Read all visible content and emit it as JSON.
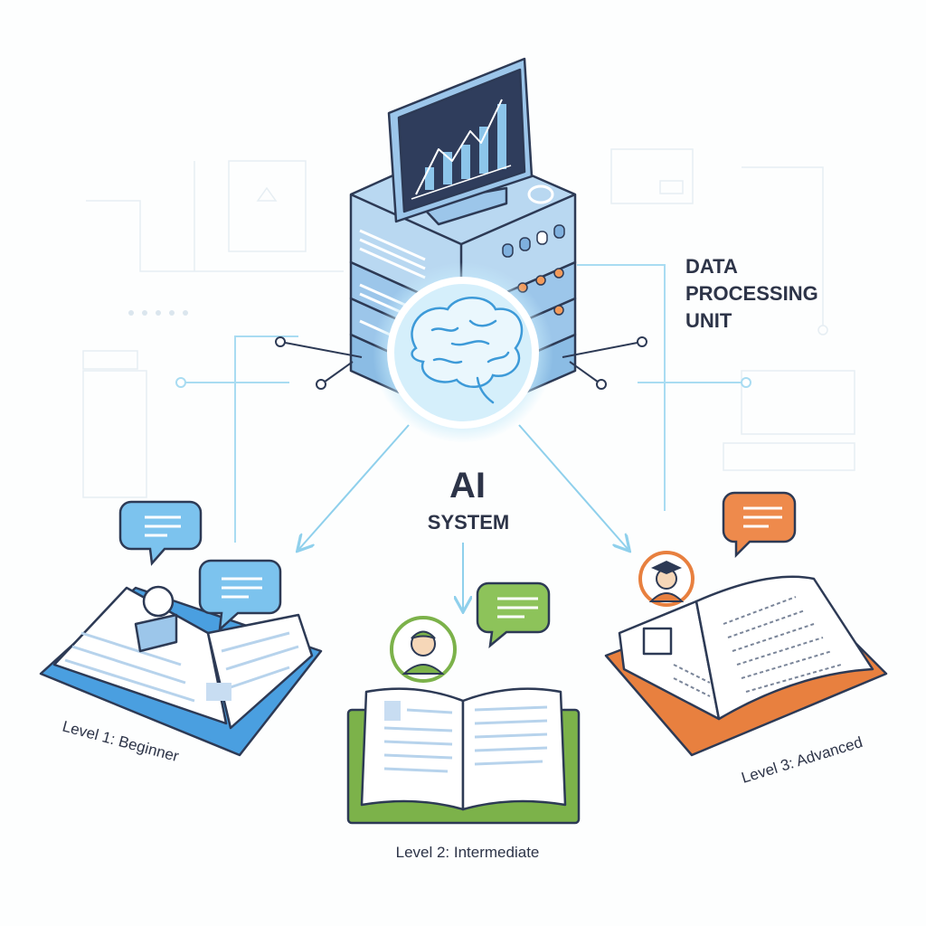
{
  "labels": {
    "dpu_line1": "DATA",
    "dpu_line2": "PROCESSING",
    "dpu_line3": "UNIT",
    "ai": "AI",
    "system": "SYSTEM",
    "level1": "Level 1: Beginner",
    "level2": "Level 2: Intermediate",
    "level3": "Level 3: Advanced"
  },
  "colors": {
    "beginner": "#4a9fe0",
    "intermediate": "#7cb24a",
    "advanced": "#e8803f",
    "server": "#9cc6ea",
    "outline": "#2d3a55",
    "connector": "#a9dcf2"
  }
}
